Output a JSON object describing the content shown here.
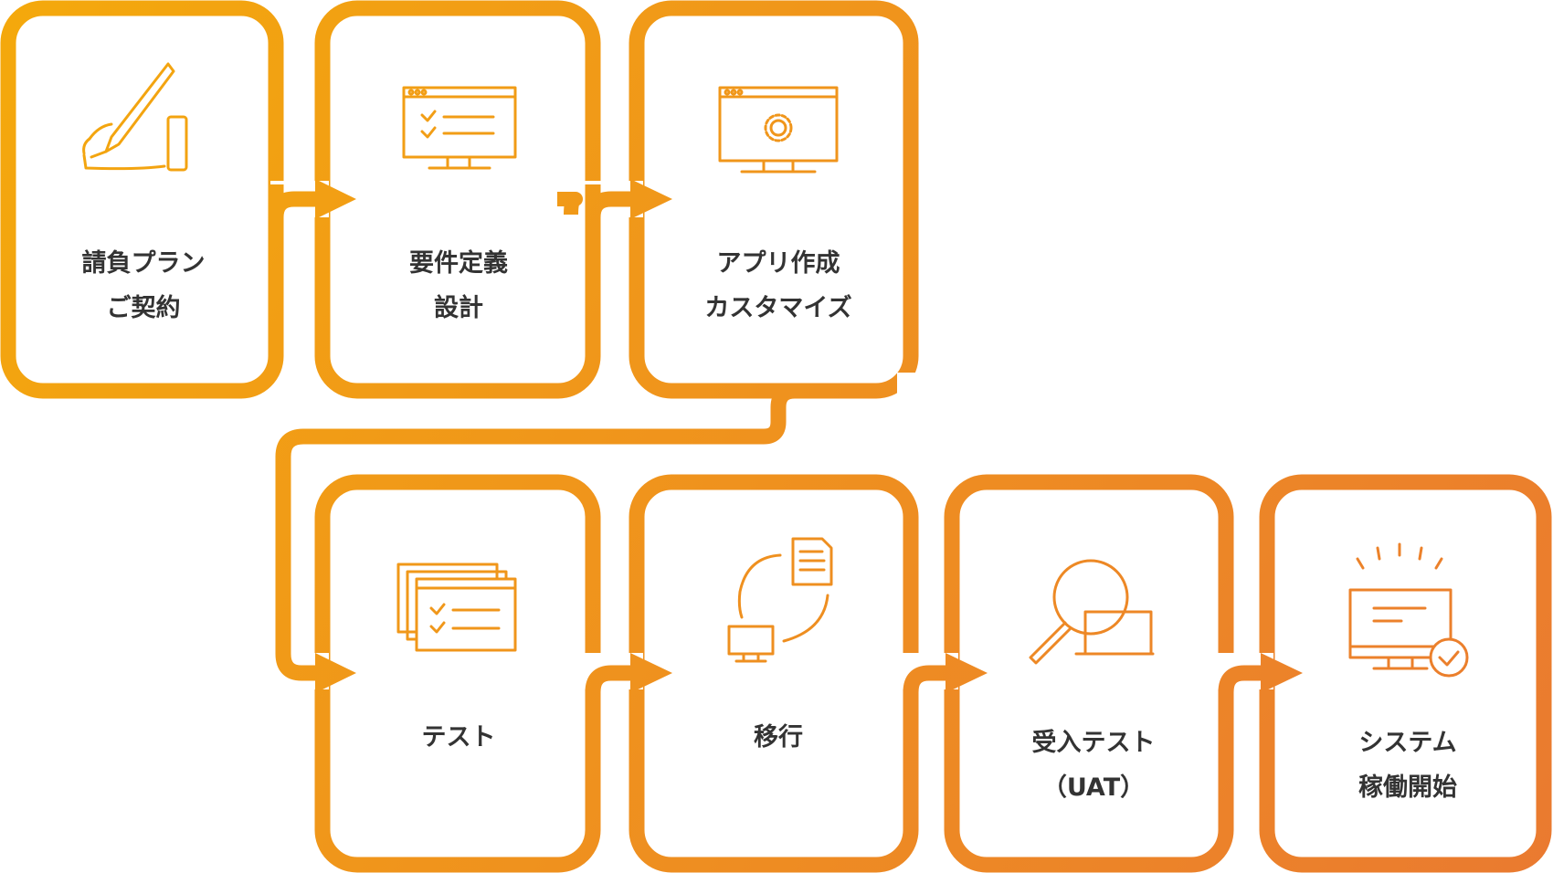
{
  "colors": {
    "start": "#f4a90c",
    "end": "#ea7a30",
    "text": "#333333",
    "background": "#ffffff"
  },
  "steps": [
    {
      "id": "contract",
      "lines": [
        "請負プラン",
        "ご契約"
      ],
      "icon": "hand-writing-icon"
    },
    {
      "id": "requirements",
      "lines": [
        "要件定義",
        "設計"
      ],
      "icon": "checklist-monitor-icon"
    },
    {
      "id": "build",
      "lines": [
        "アプリ作成",
        "カスタマイズ"
      ],
      "icon": "gear-monitor-icon"
    },
    {
      "id": "test",
      "lines": [
        "テスト"
      ],
      "icon": "stacked-checklist-windows-icon"
    },
    {
      "id": "migration",
      "lines": [
        "移行"
      ],
      "icon": "document-sync-icon"
    },
    {
      "id": "uat",
      "lines": [
        "受入テスト",
        "（UAT）"
      ],
      "icon": "magnifier-laptop-icon"
    },
    {
      "id": "golive",
      "lines": [
        "システム",
        "稼働開始"
      ],
      "icon": "monitor-check-icon"
    }
  ]
}
